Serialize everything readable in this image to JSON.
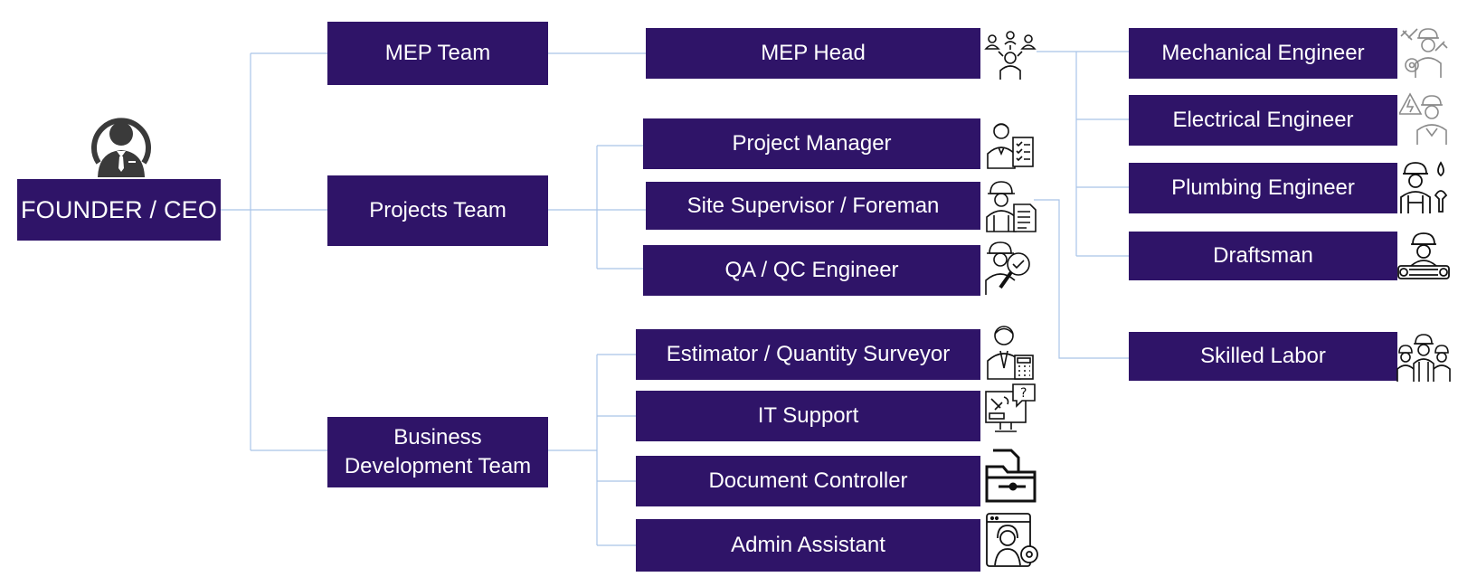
{
  "ceo": {
    "label": "FOUNDER / CEO",
    "icon": "businessman-icon"
  },
  "teams": [
    {
      "id": "mep",
      "label": "MEP Team"
    },
    {
      "id": "projects",
      "label": "Projects Team"
    },
    {
      "id": "bd",
      "label_line1": "Business",
      "label_line2": "Development Team"
    }
  ],
  "roles": {
    "mep_head": {
      "label": "MEP Head",
      "icon": "team-leader-icon"
    },
    "project_manager": {
      "label": "Project Manager",
      "icon": "manager-checklist-icon"
    },
    "site_supervisor": {
      "label": "Site Supervisor / Foreman",
      "icon": "foreman-document-icon"
    },
    "qa_qc": {
      "label": "QA / QC Engineer",
      "icon": "inspector-check-icon"
    },
    "estimator": {
      "label": "Estimator / Quantity Surveyor",
      "icon": "calculator-person-icon"
    },
    "it_support": {
      "label": "IT Support",
      "icon": "computer-repair-icon"
    },
    "doc_controller": {
      "label": "Document Controller",
      "icon": "folder-icon"
    },
    "admin_assistant": {
      "label": "Admin Assistant",
      "icon": "support-agent-icon"
    },
    "mechanical": {
      "label": "Mechanical Engineer",
      "icon": "mechanic-gear-icon"
    },
    "electrical": {
      "label": "Electrical Engineer",
      "icon": "electrician-warning-icon"
    },
    "plumbing": {
      "label": "Plumbing Engineer",
      "icon": "plumber-drop-icon"
    },
    "draftsman": {
      "label": "Draftsman",
      "icon": "draftsman-blueprint-icon"
    },
    "skilled_labor": {
      "label": "Skilled Labor",
      "icon": "worker-group-icon"
    }
  },
  "colors": {
    "box_fill": "#2f1468",
    "box_text": "#ffffff",
    "connector": "#a9c4e8",
    "icon_light": "#8a8a8a",
    "icon_dark": "#111111"
  }
}
